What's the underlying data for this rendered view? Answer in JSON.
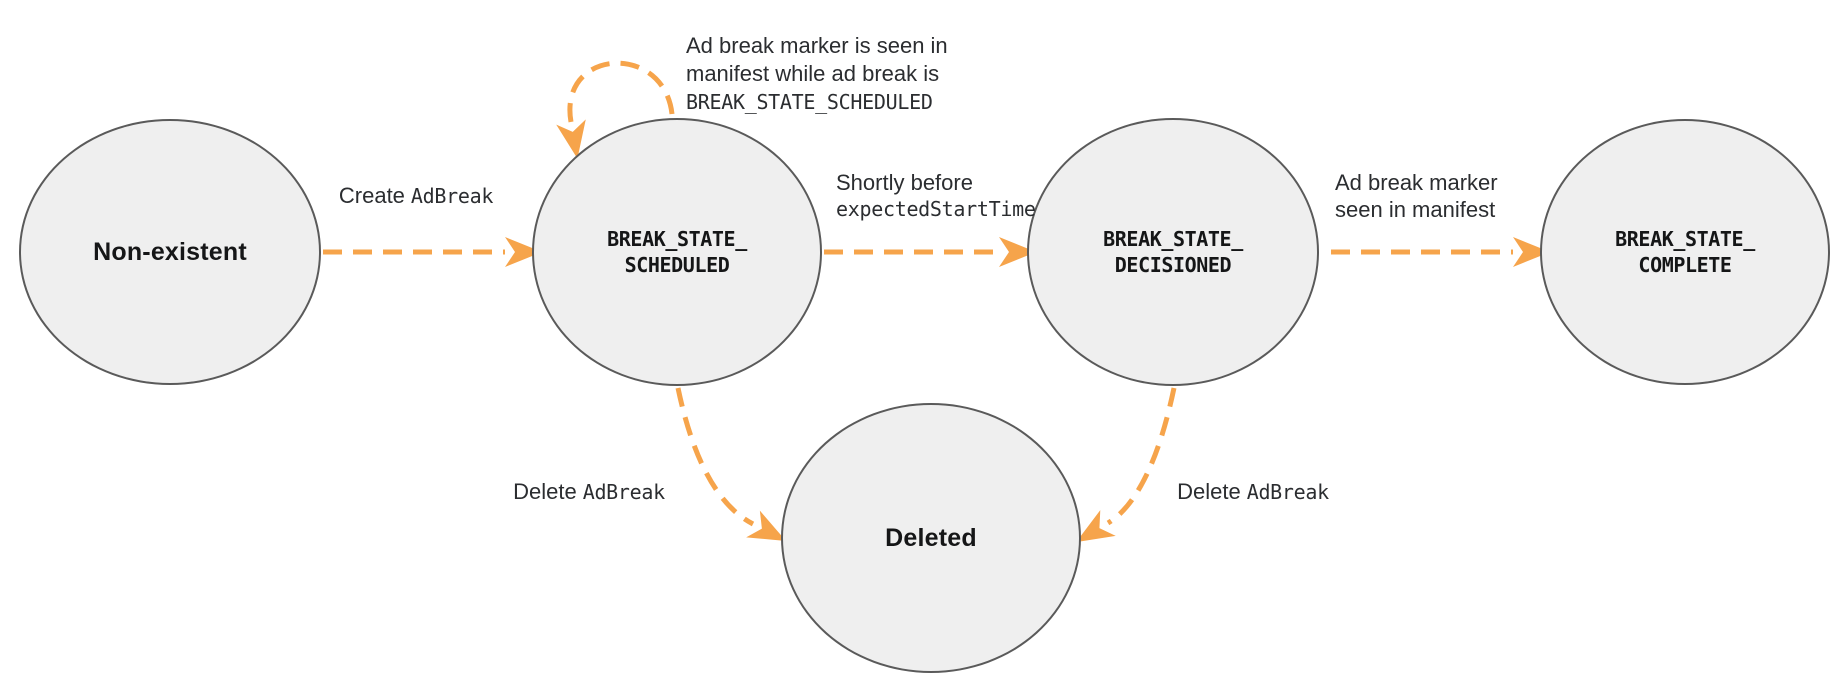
{
  "diagram": {
    "type": "state-machine",
    "background_color": "#ffffff",
    "colors": {
      "edge_accent": "#f6a44b",
      "node_fill": "#efefef",
      "node_border": "#5a5a5a",
      "text": "#151617"
    },
    "nodes": [
      {
        "id": "non-existent",
        "label": "Non-existent"
      },
      {
        "id": "break-state-scheduled",
        "label_line1": "BREAK_STATE_",
        "label_line2": "SCHEDULED"
      },
      {
        "id": "break-state-decisioned",
        "label_line1": "BREAK_STATE_",
        "label_line2": "DECISIONED"
      },
      {
        "id": "break-state-complete",
        "label_line1": "BREAK_STATE_",
        "label_line2": "COMPLETE"
      },
      {
        "id": "deleted",
        "label": "Deleted"
      }
    ],
    "edges": [
      {
        "from": "non-existent",
        "to": "break-state-scheduled",
        "label_text": "Create",
        "label_code": "AdBreak"
      },
      {
        "from": "break-state-scheduled",
        "to": "break-state-scheduled",
        "label_line1": "Ad break marker is seen in",
        "label_line2": "manifest while ad break is",
        "label_code_line": "BREAK_STATE_SCHEDULED"
      },
      {
        "from": "break-state-scheduled",
        "to": "break-state-decisioned",
        "label_line1": "Shortly before",
        "label_code_line": "expectedStartTime"
      },
      {
        "from": "break-state-decisioned",
        "to": "break-state-complete",
        "label_line1": "Ad break marker",
        "label_line2": "seen in manifest"
      },
      {
        "from": "break-state-scheduled",
        "to": "deleted",
        "label_text": "Delete",
        "label_code": "AdBreak"
      },
      {
        "from": "break-state-decisioned",
        "to": "deleted",
        "label_text": "Delete",
        "label_code": "AdBreak"
      }
    ]
  }
}
